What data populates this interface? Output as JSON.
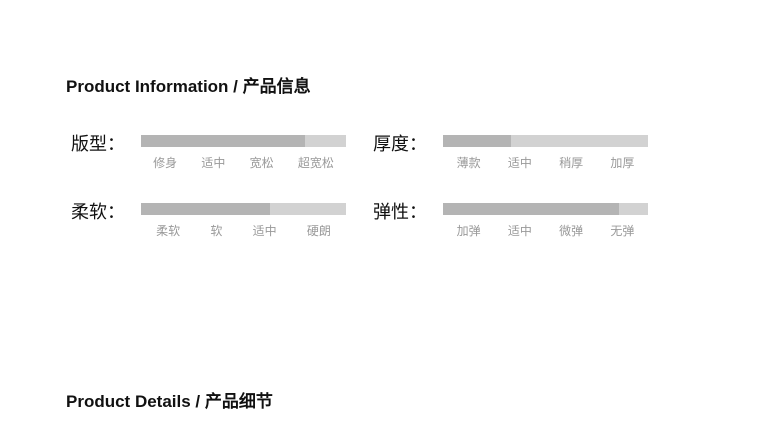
{
  "sections": {
    "info": "Product Information / 产品信息",
    "details": "Product Details / 产品细节"
  },
  "colors": {
    "fill": "#b4b4b4",
    "track": "#d2d2d2"
  },
  "attributes": [
    {
      "label": "版型：",
      "value_percent": 80,
      "options": [
        "修身",
        "适中",
        "宽松",
        "超宽松"
      ]
    },
    {
      "label": "厚度：",
      "value_percent": 33,
      "options": [
        "薄款",
        "适中",
        "稍厚",
        "加厚"
      ]
    },
    {
      "label": "柔软：",
      "value_percent": 63,
      "options": [
        "柔软",
        "软",
        "适中",
        "硬朗"
      ]
    },
    {
      "label": "弹性：",
      "value_percent": 86,
      "options": [
        "加弹",
        "适中",
        "微弹",
        "无弹"
      ]
    }
  ]
}
